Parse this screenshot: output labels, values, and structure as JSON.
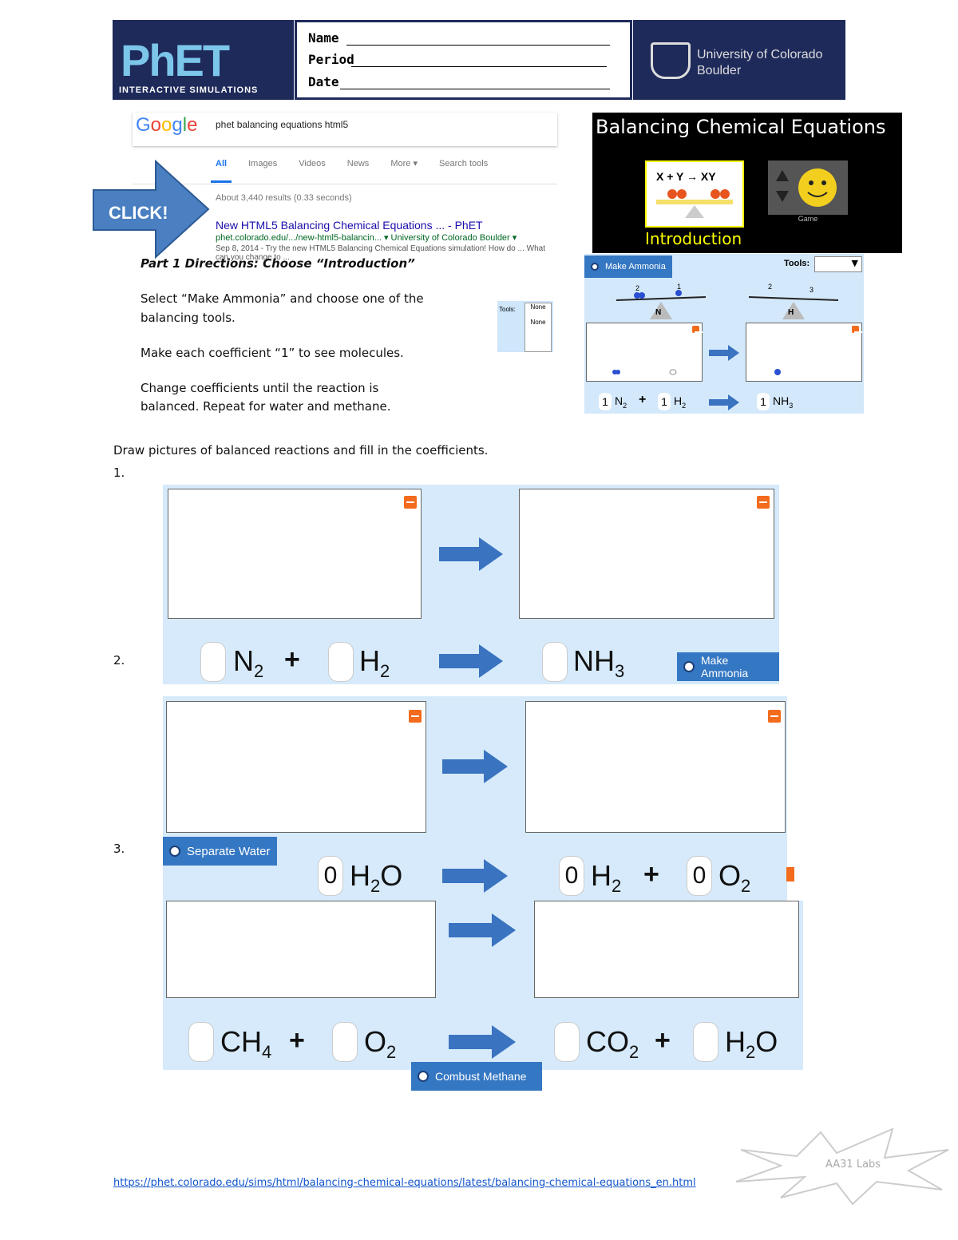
{
  "header": {
    "phet_logo": "PhET",
    "phet_subtitle": "INTERACTIVE SIMULATIONS",
    "name_label": "Name",
    "period_label": "Period",
    "date_label": "Date",
    "cu_line1": "University of Colorado",
    "cu_line2": "Boulder"
  },
  "google": {
    "logo": "Google",
    "query": "phet balancing equations html5",
    "tabs": [
      "All",
      "Images",
      "Videos",
      "News",
      "More ▾",
      "Search tools"
    ],
    "count": "About 3,440 results (0.33 seconds)",
    "result_title": "New HTML5 Balancing Chemical Equations ... - PhET",
    "result_url": "phet.colorado.edu/.../new-html5-balancin... ▾  University of Colorado Boulder ▾",
    "result_snippet": "Sep 8, 2014 - Try the new HTML5 Balancing Chemical Equations simulation! How do ... What can you change to ..."
  },
  "click_label": "CLICK!",
  "intro_panel": {
    "title": "Balancing Chemical Equations",
    "equation": "X + Y → XY",
    "game_label": "Game",
    "intro_label": "Introduction"
  },
  "directions": {
    "part1": "Part 1 Directions: Choose “Introduction”",
    "step1": "Select “Make Ammonia” and choose one of the",
    "step1b": "balancing tools.",
    "step2": "Make each coefficient “1” to see molecules.",
    "step3": "Change coefficients until the reaction is",
    "step3b": "balanced. Repeat for water and methane."
  },
  "tools_mini": {
    "label": "Tools:",
    "opt1": "None",
    "opt2": "None"
  },
  "ammonia_sim": {
    "button": "Make Ammonia",
    "tools_label": "Tools:",
    "scale_left": "N",
    "scale_right": "H",
    "left_count_a": "2",
    "left_count_b": "1",
    "right_count_a": "2",
    "right_count_b": "3",
    "coef1": "1",
    "mol1": "N",
    "sub1": "2",
    "coef2": "1",
    "mol2": "H",
    "sub2": "2",
    "coef3": "1",
    "mol3": "NH",
    "sub3": "3"
  },
  "instruction": "Draw pictures of balanced reactions and fill in the coefficients.",
  "labels": {
    "q1": "1.",
    "q2": "2.",
    "q3": "3."
  },
  "q1": {
    "button": "Make Ammonia",
    "m1": "N",
    "s1": "2",
    "m2": "H",
    "s2": "2",
    "m3": "NH",
    "s3": "3"
  },
  "q2": {
    "button": "Separate Water",
    "c1": "0",
    "m1": "H",
    "s1": "2",
    "m1b": "O",
    "c2": "0",
    "m2": "H",
    "s2": "2",
    "c3": "0",
    "m3": "O",
    "s3": "2"
  },
  "q3": {
    "button": "Combust Methane",
    "m1": "CH",
    "s1": "4",
    "m2": "O",
    "s2": "2",
    "m3": "CO",
    "s3": "2",
    "m4": "H",
    "s4": "2",
    "m4b": "O"
  },
  "footer": {
    "stamp": "AA31 Labs",
    "url": "https://phet.colorado.edu/sims/html/balancing-chemical-equations/latest/balancing-chemical-equations_en.html"
  }
}
